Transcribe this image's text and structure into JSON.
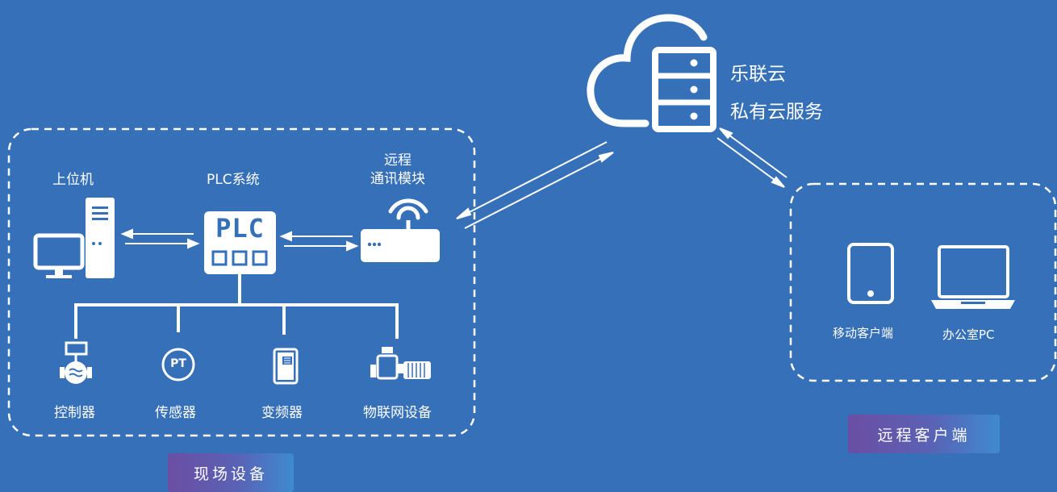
{
  "cloud": {
    "name": "乐联云",
    "service": "私有云服务"
  },
  "field": {
    "host_label": "上位机",
    "plc_label": "PLC系统",
    "plc_text": "PLC",
    "comm_label_line1": "远程",
    "comm_label_line2": "通讯模块",
    "devices": [
      {
        "label": "控制器",
        "icon": "valve-icon"
      },
      {
        "label": "传感器",
        "icon": "pressure-sensor-icon",
        "icon_text": "PT"
      },
      {
        "label": "变频器",
        "icon": "inverter-icon"
      },
      {
        "label": "物联网设备",
        "icon": "pump-icon"
      }
    ],
    "badge": "现场设备"
  },
  "remote": {
    "mobile_label": "移动客户端",
    "pc_label": "办公室PC",
    "badge": "远程客户端"
  },
  "colors": {
    "background": "#3670b8",
    "foreground": "#ffffff",
    "badge_start": "#6b4ea3",
    "badge_end": "#3e8ad0"
  }
}
